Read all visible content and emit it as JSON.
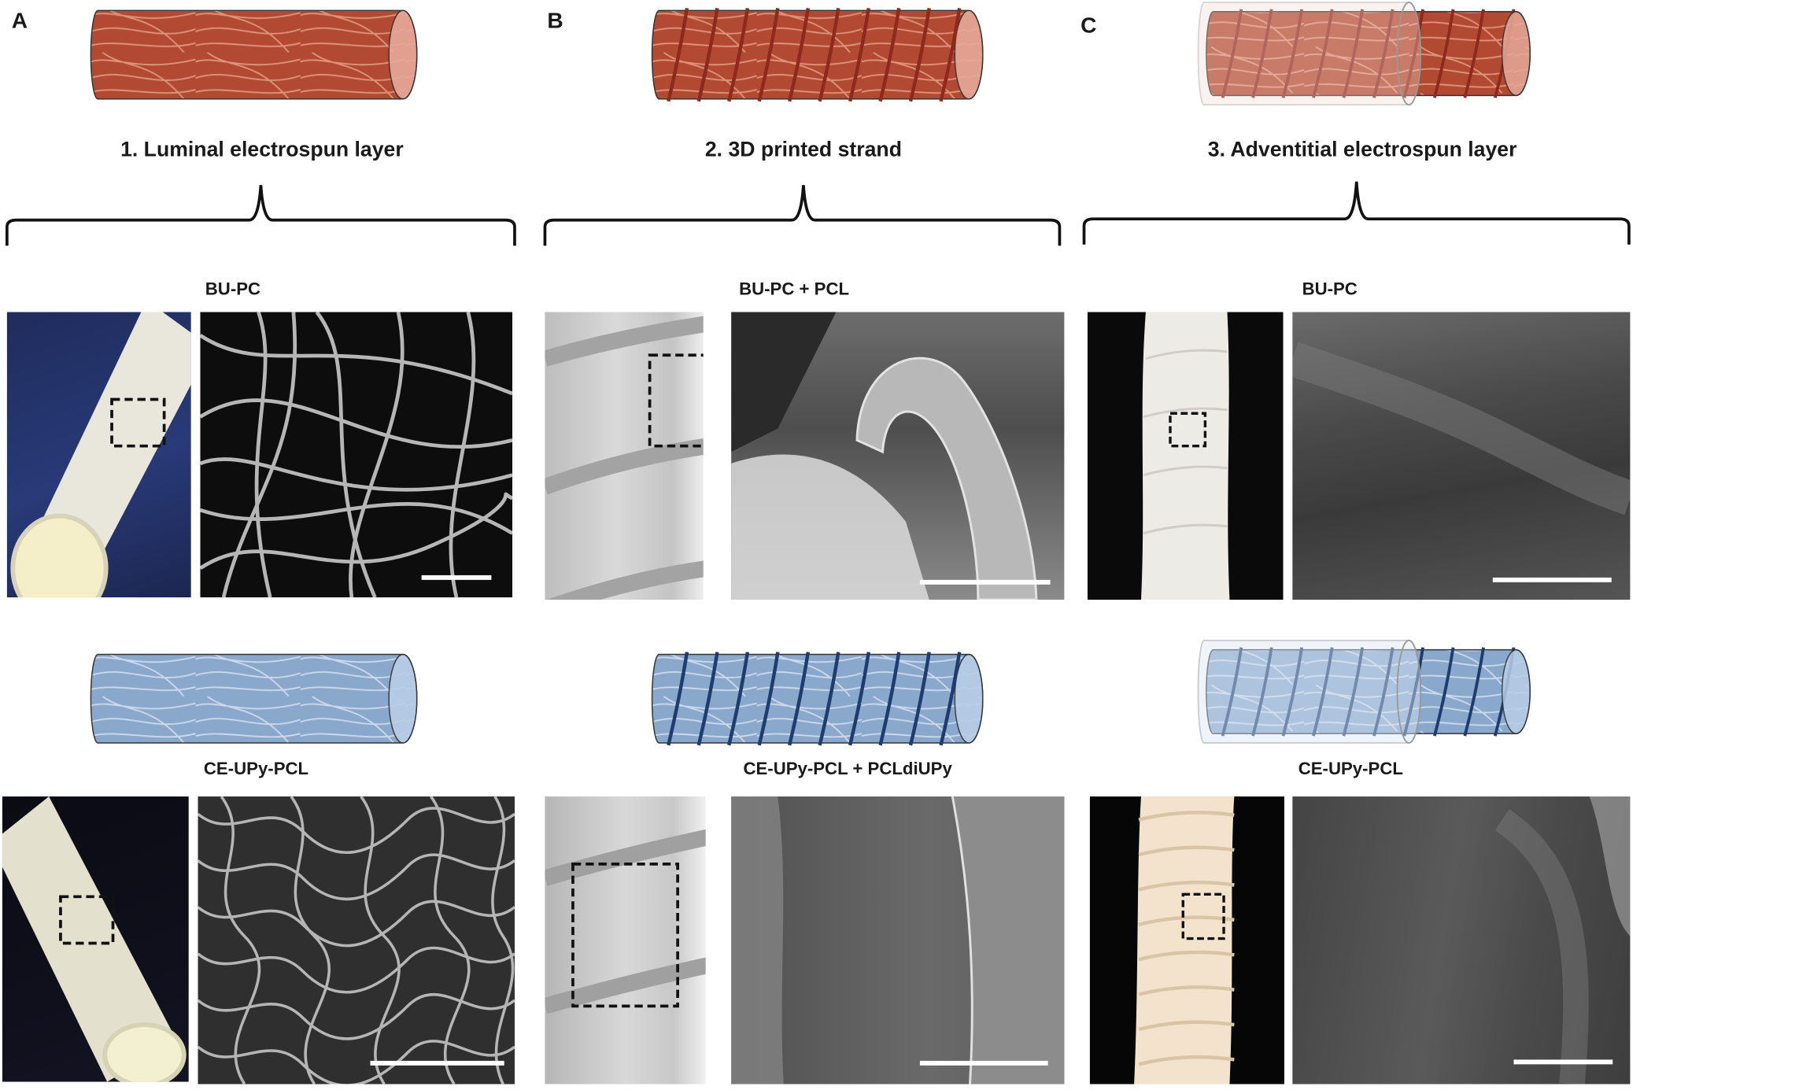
{
  "panels": [
    {
      "letter": "A",
      "step_title": "1. Luminal electrospun layer",
      "top_material": "BU-PC",
      "bottom_material": "CE-UPy-PCL"
    },
    {
      "letter": "B",
      "step_title": "2. 3D printed strand",
      "top_material": "BU-PC + PCL",
      "bottom_material": "CE-UPy-PCL + PCLdiUPy"
    },
    {
      "letter": "C",
      "step_title": "3. Adventitial electrospun layer",
      "top_material": "BU-PC",
      "bottom_material": "CE-UPy-PCL"
    }
  ],
  "colors": {
    "red_fiber": "#b24a33",
    "red_fiber_light": "#e8a48c",
    "blue_fiber": "#8aa7cc",
    "blue_fiber_light": "#dbe6f3",
    "strand_red": "#8e2a1d",
    "strand_blue": "#1e3d6e",
    "sem_dark": "#3a3a3a",
    "scale_bar": "#ffffff"
  }
}
